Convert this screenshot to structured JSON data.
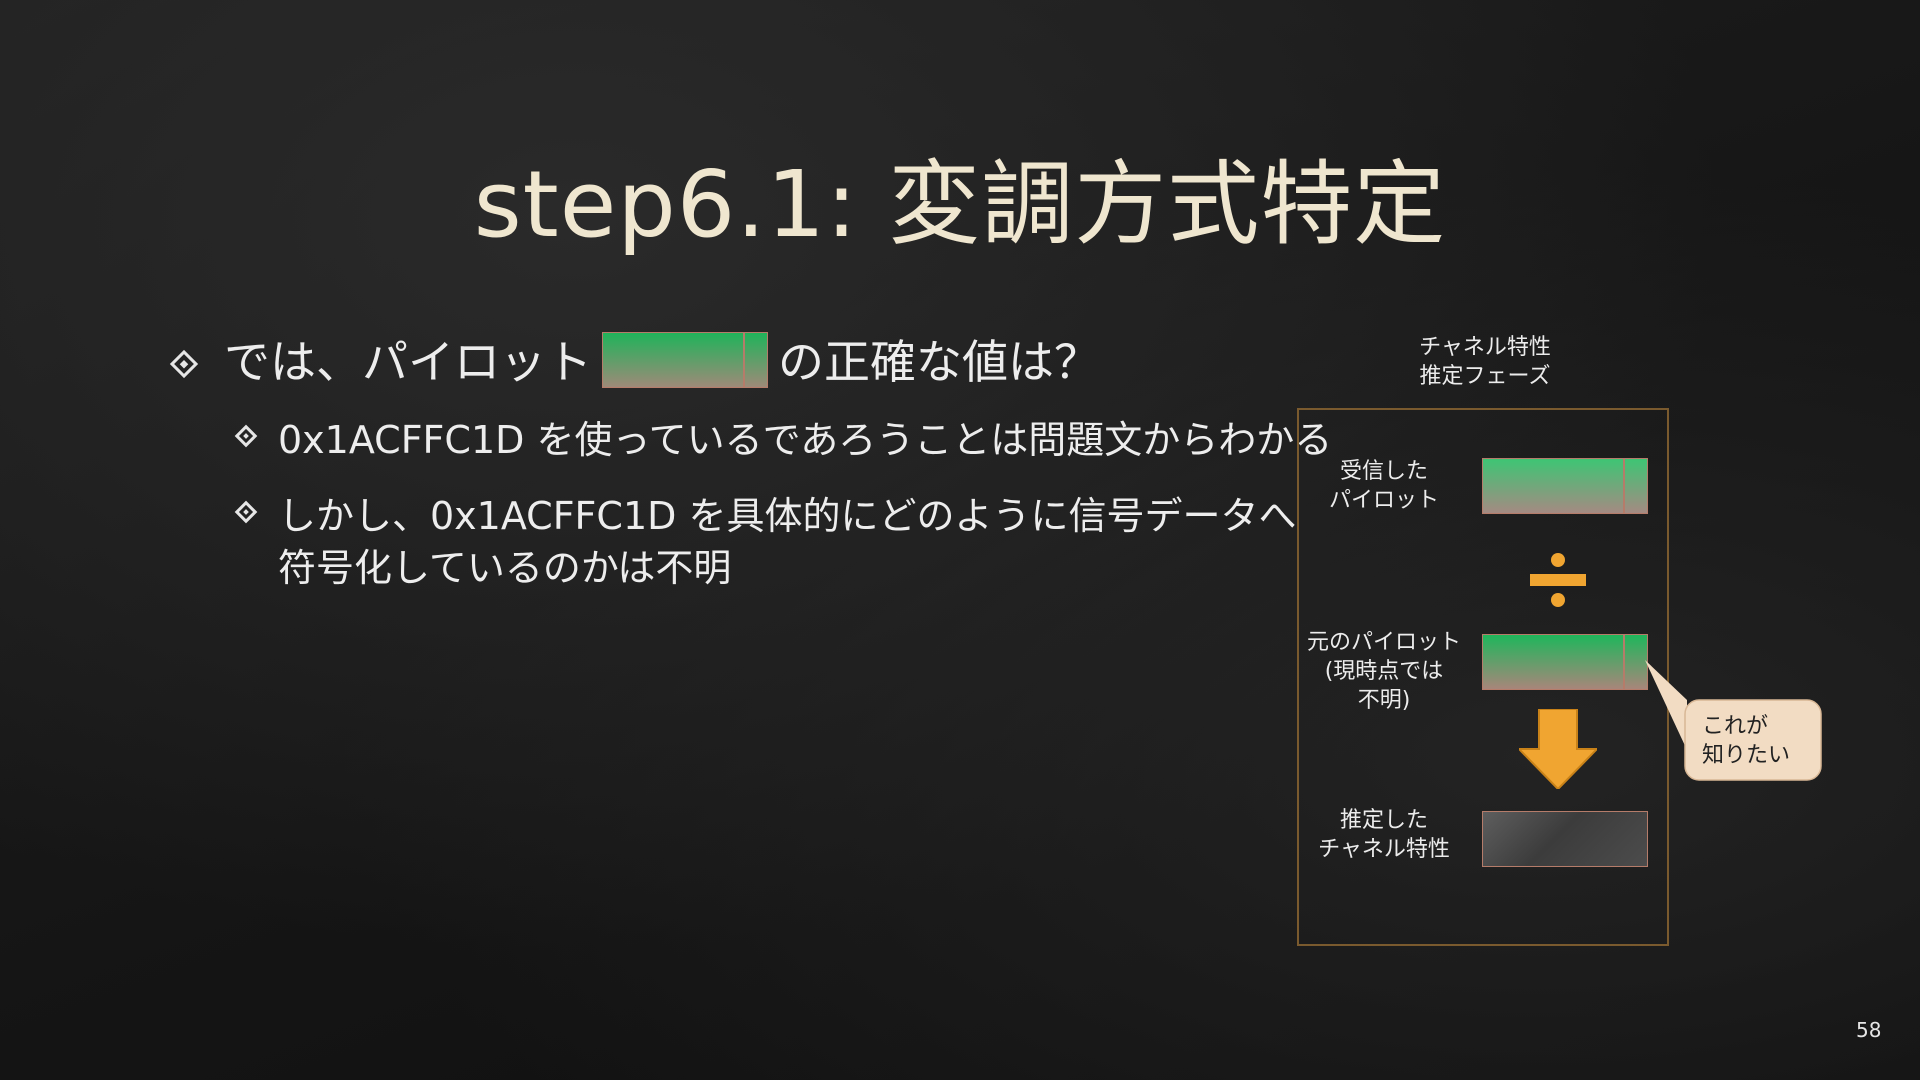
{
  "slide": {
    "title": "step6.1: 変調方式特定",
    "page_number": "58"
  },
  "bullets": [
    {
      "before": "では、パイロット",
      "after": "の正確な値は？"
    },
    {
      "text": "0x1ACFFC1D を使っているであろうことは問題文からわかる"
    },
    {
      "line1": "しかし、0x1ACFFC1D を具体的にどのように信号データへ",
      "line2": "符号化しているのかは不明"
    }
  ],
  "diagram": {
    "phase_label": [
      "チャネル特性",
      "推定フェーズ"
    ],
    "received_label": [
      "受信した",
      "パイロット"
    ],
    "original_label": [
      "元のパイロット",
      "(現時点では",
      "不明)"
    ],
    "estimated_label": [
      "推定した",
      "チャネル特性"
    ],
    "callout": [
      "これが",
      "知りたい"
    ]
  },
  "colors": {
    "background": "#171717",
    "title": "#efe6cf",
    "pilot_green": "#20b35a",
    "pilot_border": "#b57c6a",
    "accent_orange": "#f0a531",
    "phase_box_border": "#7a5a2e",
    "callout_fill": "#f2dcc3"
  },
  "icons": [
    "diamond-bullet-icon",
    "divide-icon",
    "down-arrow-icon"
  ]
}
